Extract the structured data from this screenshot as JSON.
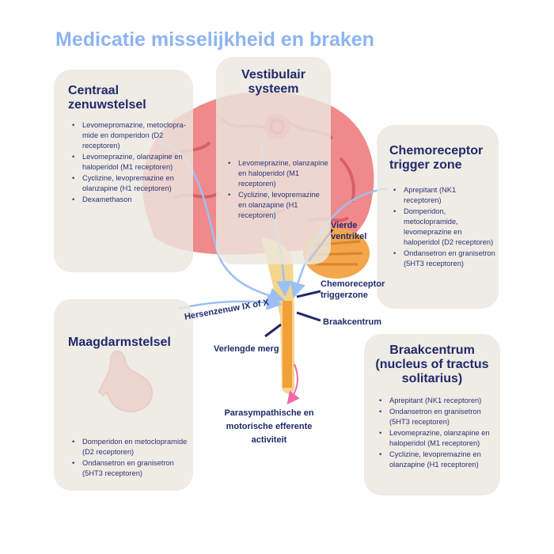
{
  "title": "Medicatie misselijkheid en braken",
  "panels": {
    "czs": {
      "title": "Centraal zenuwstelsel",
      "items": [
        "Levomepromazine, metoclopra-mide en domperidon (D2 receptoren)",
        "Levomeprazine, olanzapine en haloperidol (M1 receptoren)",
        "Cyclizine, levopremazine en olanzapine (H1 receptoren)",
        "Dexamethason"
      ]
    },
    "vestibulair": {
      "title": "Vestibulair systeem",
      "items": [
        "Levomeprazine, olanzapine en haloperidol (M1 receptoren)",
        "Cyclizine, levopremazine en olanzapine (H1 receptoren)"
      ]
    },
    "ctz": {
      "title": "Chemoreceptor trigger zone",
      "items": [
        "Aprepitant (NK1 receptoren)",
        "Domperidon, metoclopramide, levomeprazine en haloperidol (D2 receptoren)",
        "Ondansetron en granisetron (5HT3 receptoren)"
      ]
    },
    "maag": {
      "title": "Maagdarmstelsel",
      "items": [
        "Domperidon en metoclopramide (D2 receptoren)",
        "Ondansetron en granisetron (5HT3 receptoren)"
      ]
    },
    "braak": {
      "title": "Braakcentrum (nucleus of tractus solitarius)",
      "items": [
        "Aprepitant (NK1 receptoren)",
        "Ondansetron en granisetron (5HT3 receptoren)",
        "Levomeprazine, olanzapine en haloperidol (M1 receptoren)",
        "Cyclizine, levopremazine en olanzapine (H1 receptoren)"
      ]
    }
  },
  "labels": {
    "vierde": "Vierde ventrikel",
    "ctz": "Chemoreceptor triggerzone",
    "braakcentrum": "Braakcentrum",
    "hersenzenuw": "Hersenzenuw IX of X",
    "merg": "Verlengde merg",
    "para": "Parasympathische en motorische efferente activiteit"
  },
  "colors": {
    "title": "#8db4f2",
    "text": "#1f2a6b",
    "panel": "#ece7df",
    "brain": "#f08a8a",
    "arrow": "#9cc0f4",
    "pink_arrow": "#f06aa8"
  }
}
